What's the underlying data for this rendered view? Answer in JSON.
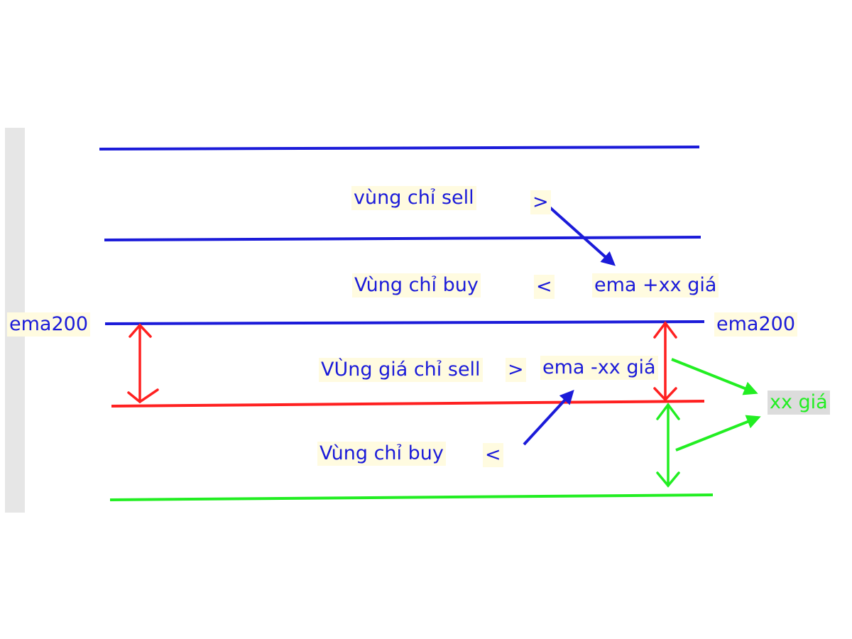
{
  "colors": {
    "blue": "#1b1bd9",
    "red": "#ff2020",
    "green": "#22ee22"
  },
  "labels": {
    "sell_zone_top": "vùng chỉ sell",
    "gt_top": ">",
    "buy_zone_upper": "Vùng chỉ buy",
    "lt_upper": "<",
    "ema_plus": "ema +xx giá",
    "ema200_left": "ema200",
    "ema200_right": "ema200",
    "sell_zone_lower": "VÙng giá chỉ sell",
    "gt_lower": ">",
    "ema_minus": "ema -xx giá",
    "xx_gia": "xx giá",
    "buy_zone_lower": "Vùng chỉ buy",
    "lt_lower": "<"
  }
}
